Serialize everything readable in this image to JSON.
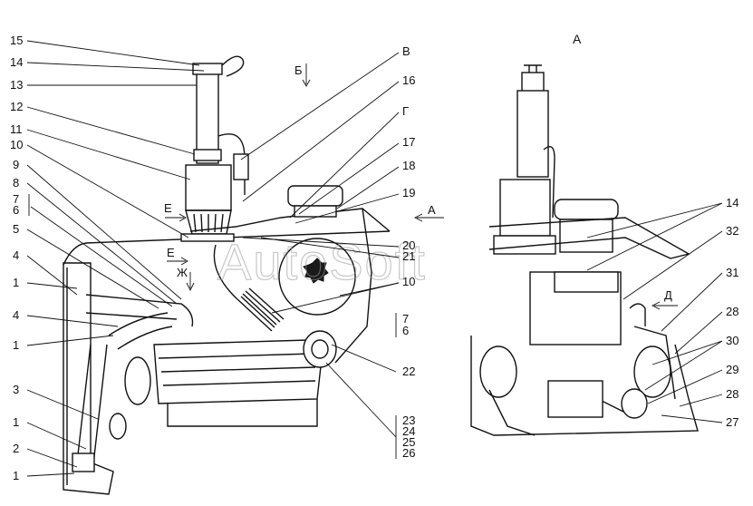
{
  "views": {
    "main_title": "",
    "view_a_title": "А"
  },
  "watermark": "AutoSoft",
  "callouts_left": [
    "15",
    "14",
    "13",
    "12",
    "11",
    "10",
    "9",
    "8",
    "7",
    "6",
    "5",
    "4",
    "1",
    "4",
    "1",
    "3",
    "1",
    "2",
    "1"
  ],
  "callouts_top": [
    "В",
    "16",
    "Г",
    "17",
    "18",
    "19",
    "20",
    "21",
    "10",
    "7",
    "6",
    "22",
    "23",
    "24",
    "25",
    "26"
  ],
  "view_markers": [
    "Б",
    "Е",
    "Е",
    "Ж",
    "А",
    "Д"
  ],
  "callouts_view_a": [
    "14",
    "32",
    "31",
    "28",
    "30",
    "29",
    "28",
    "27"
  ]
}
